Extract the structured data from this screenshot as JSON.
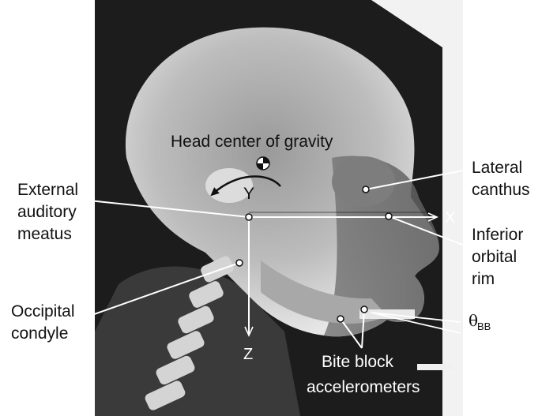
{
  "labels": {
    "head_cg": "Head center of gravity",
    "y_axis": "Y",
    "x_axis": "X",
    "z_axis": "Z",
    "eam_line1": "External",
    "eam_line2": "auditory",
    "eam_line3": "meatus",
    "lateral_line1": "Lateral",
    "lateral_line2": "canthus",
    "inferior_line1": "Inferior",
    "inferior_line2": "orbital",
    "inferior_line3": "rim",
    "occipital_line1": "Occipital",
    "occipital_line2": "condyle",
    "theta_symbol": "θ",
    "theta_subscript": "BB",
    "bite_line1": "Bite block",
    "bite_line2": "accelerometers"
  },
  "colors": {
    "background": "#ffffff",
    "xray_dark": "#1a1a1a",
    "bone_light": "#cfcfcf",
    "annotation_line": "#ffffff",
    "text": "#111111"
  }
}
